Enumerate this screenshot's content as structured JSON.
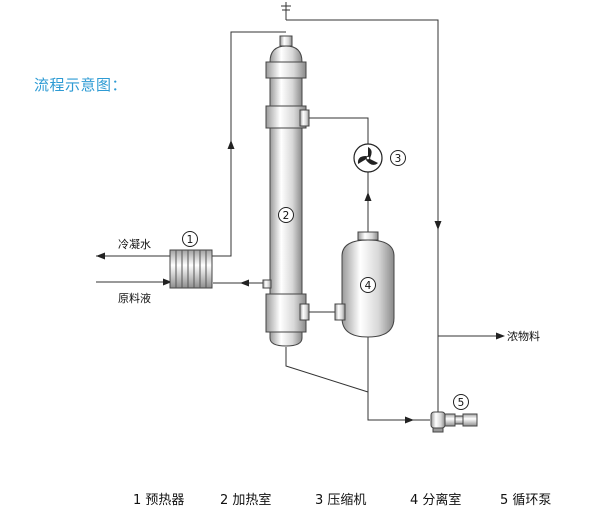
{
  "title": "流程示意图：",
  "labels": {
    "condensate": "冷凝水",
    "feed": "原料液",
    "product": "浓物料"
  },
  "equipment": [
    {
      "no": "1",
      "name": "预热器"
    },
    {
      "no": "2",
      "name": "加热室"
    },
    {
      "no": "3",
      "name": "压缩机"
    },
    {
      "no": "4",
      "name": "分离室"
    },
    {
      "no": "5",
      "name": "循环泵"
    }
  ],
  "legend": [
    "1 预热器",
    "2 加热室",
    "3 压缩机",
    "4 分离室",
    "5 循环泵"
  ],
  "colors": {
    "title": "#2e9bd4",
    "line": "#333333",
    "shade": "#cfcfcf"
  }
}
